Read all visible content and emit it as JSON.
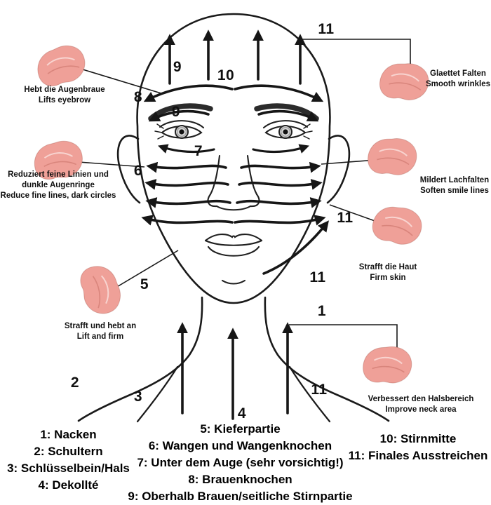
{
  "nums": {
    "n1": "1",
    "n2": "2",
    "n3": "3",
    "n4": "4",
    "n5": "5",
    "n6": "6",
    "n7": "7",
    "n8": "8",
    "n9": "9",
    "n10": "10",
    "n11": "11"
  },
  "callouts": {
    "lift_eyebrow": {
      "line1": "Hebt die Augenbraue",
      "line2": "Lifts eyebrow"
    },
    "smooth_wrinkles": {
      "line1": "Glaettet Falten",
      "line2": "Smooth wrinkles"
    },
    "reduce_lines": {
      "line1": "Reduziert feine Linien und",
      "line2": "dunkle Augenringe",
      "line3": "Reduce fine lines, dark circles"
    },
    "soften_smile": {
      "line1": "Mildert Lachfalten",
      "line2": "Soften smile lines"
    },
    "firm_skin": {
      "line1": "Strafft die Haut",
      "line2": "Firm skin"
    },
    "lift_firm": {
      "line1": "Strafft und hebt an",
      "line2": "Lift and firm"
    },
    "improve_neck": {
      "line1": "Verbessert den Halsbereich",
      "line2": "Improve neck area"
    }
  },
  "legend": {
    "col1": [
      "1: Nacken",
      "2: Schultern",
      "3: Schlüsselbein/Hals",
      "4: Dekollté"
    ],
    "col2": [
      "5: Kieferpartie",
      "6: Wangen und Wangenknochen",
      "7: Unter dem Auge (sehr vorsichtig!)",
      "8: Brauenknochen",
      "9: Oberhalb Brauen/seitliche Stirnpartie"
    ],
    "col3": [
      "10: Stirnmitte",
      "11: Finales Ausstreichen"
    ]
  },
  "colors": {
    "stone": "#efa098",
    "line": "#161616"
  }
}
